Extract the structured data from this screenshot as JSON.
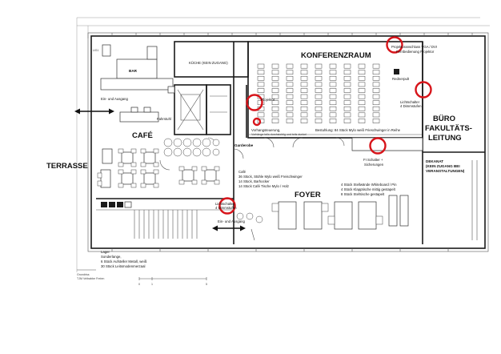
{
  "rooms": {
    "terrasse": "TERRASSE",
    "cafe": "CAFÉ",
    "konferenzraum": "KONFERENZRAUM",
    "foyer": "FOYER",
    "buero_line1": "BÜRO",
    "buero_line2": "FAKULTÄTS-",
    "buero_line3": "LEITUNG",
    "kueche": "KÜCHE (KEIN ZUGANG)",
    "bar": "BAR",
    "fahrstuhl": "Fahrstuhl",
    "garderobe": "Garderobe",
    "dekanat_line1": "DEKANAT",
    "dekanat_line2": "(KEIN ZUGANG BEI",
    "dekanat_line3": "VERANSTALTUNGEN)"
  },
  "labels": {
    "ein_ausgang_cafe": "Ein- und Ausgang",
    "ein_ausgang_foyer": "Ein- und Ausgang",
    "projektor": "Projektor",
    "projektoranschluss_1": "Projektoranschluss VGA / DVI",
    "projektoranschluss_2": "Fernbedienung Projektor",
    "rednerpult": "Rednerpult",
    "lichtschalter_top_1": "Lichtschalter",
    "lichtschalter_top_2": "4 Dimmstufen",
    "vorhang_1": "Vorhangsteuerung,",
    "vorhang_2": "Vorhänge teils durchsichtig und teils dunkel",
    "bestuhlung": "Bestuhlung: 84 Stück Mylo weiß Frieschwinger in Reihe",
    "fi_schalter_1": "FI Schalter +",
    "fi_schalter_2": "Sicherungen",
    "lichtschalter_bottom_1": "Lichtschalter,",
    "lichtschalter_bottom_2": "4 Dimmstufen",
    "cafe_list_title": "Café",
    "cafe_list_1": "36 Stück, Stühle Mylo weiß Freischwinger",
    "cafe_list_2": "14 Stück, Barhocker",
    "cafe_list_3": "14 Stück Café Tische Mylo / Holz",
    "foyer_list_1": "4 Stück Stellwände Whiteboard / Pin",
    "foyer_list_2": "4 Stück Klapptische mittig gestapelt",
    "foyer_list_3": "8 Stück Stehtische gestapelt",
    "lager_title": "Lager",
    "lager_sub": "Sonderlange,",
    "lager_1": "6 Stück Aufsteller Metall, weiß",
    "lager_2": "30 Stück Leitsmodenmerzaal",
    "legend_title": "Grundriss",
    "legend_sub": "TJM Veltrabbe Freien",
    "room_no": "UG1",
    "scale_0": "0",
    "scale_1": "1",
    "scale_5": "5"
  }
}
